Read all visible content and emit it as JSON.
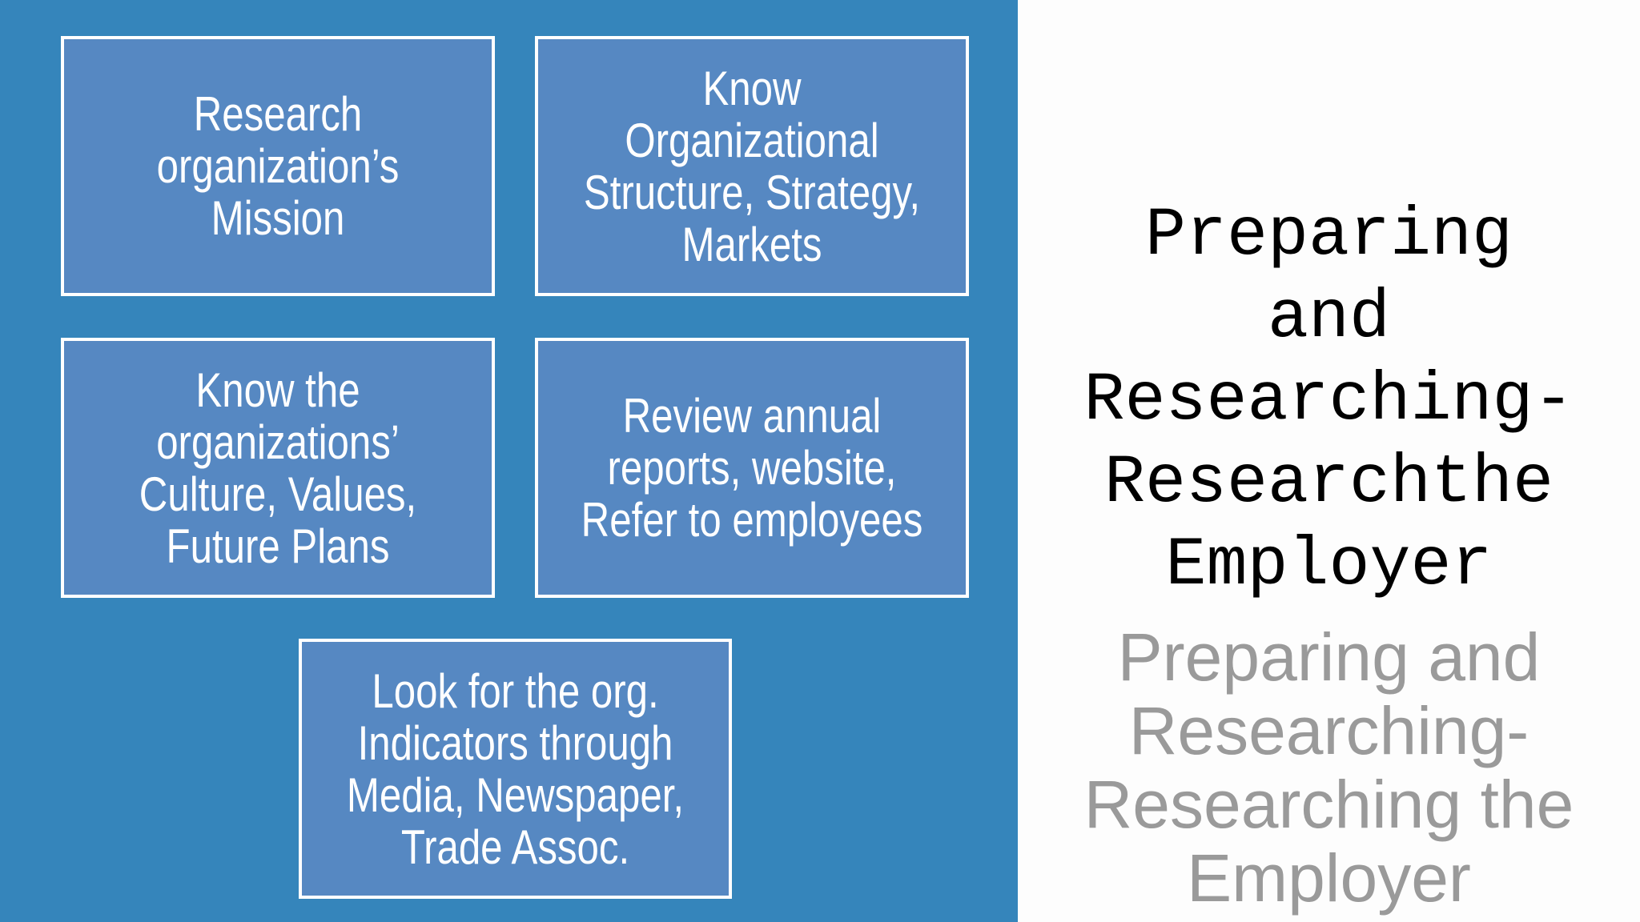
{
  "colors": {
    "panel_bg": "#3585bb",
    "box_bg": "#5688c2",
    "box_border": "#ffffff",
    "text_light": "#ffffff",
    "title_text": "#000000"
  },
  "boxes": [
    {
      "text": "Research\norganization’s\nMission"
    },
    {
      "text": "Know\nOrganizational\nStructure, Strategy,\nMarkets"
    },
    {
      "text": "Know the\norganizations’\nCulture, Values,\nFuture Plans"
    },
    {
      "text": "Review annual\nreports, website,\nRefer to employees"
    },
    {
      "text": "Look for the org.\nIndicators through\nMedia, Newspaper,\nTrade Assoc."
    }
  ],
  "title": {
    "lines": [
      "Preparing",
      "and",
      "Researching-",
      "Researchthe",
      "Employer"
    ]
  },
  "ghost_title": {
    "lines": [
      "Preparing and",
      "Researching-",
      "Researching the",
      "Employer"
    ]
  }
}
